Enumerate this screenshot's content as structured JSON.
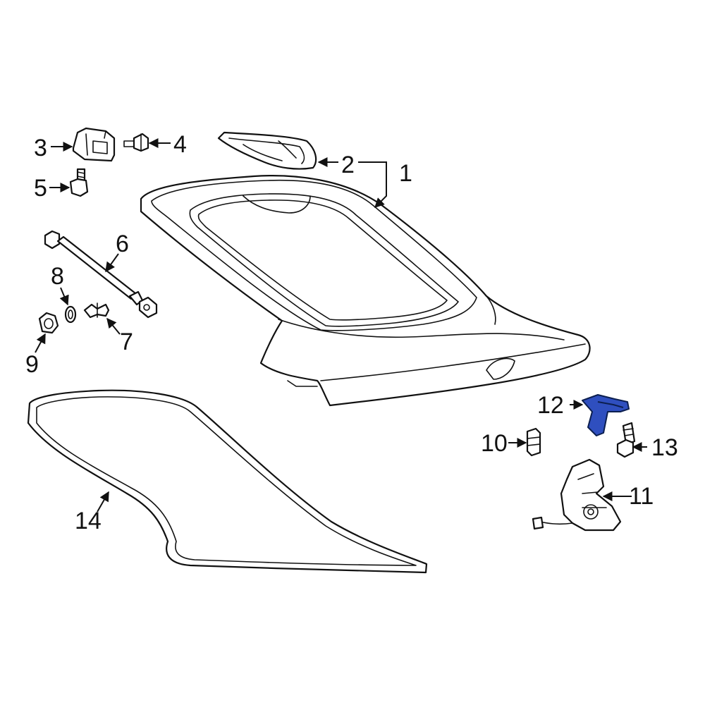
{
  "highlight_color": "#2f4fbf",
  "callouts": [
    {
      "id": "1",
      "label": "1"
    },
    {
      "id": "2",
      "label": "2"
    },
    {
      "id": "3",
      "label": "3"
    },
    {
      "id": "4",
      "label": "4"
    },
    {
      "id": "5",
      "label": "5"
    },
    {
      "id": "6",
      "label": "6"
    },
    {
      "id": "7",
      "label": "7"
    },
    {
      "id": "8",
      "label": "8"
    },
    {
      "id": "9",
      "label": "9"
    },
    {
      "id": "10",
      "label": "10"
    },
    {
      "id": "11",
      "label": "11"
    },
    {
      "id": "12",
      "label": "12"
    },
    {
      "id": "13",
      "label": "13"
    },
    {
      "id": "14",
      "label": "14"
    }
  ]
}
